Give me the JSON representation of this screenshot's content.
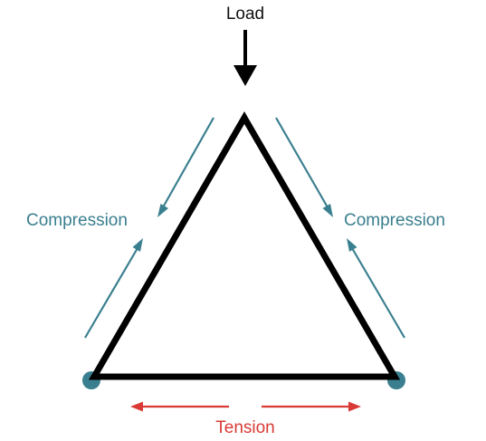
{
  "labels": {
    "load": "Load",
    "compression_left": "Compression",
    "compression_right": "Compression",
    "tension": "Tension"
  },
  "colors": {
    "truss": "#000000",
    "load_arrow": "#000000",
    "compression": "#3a7f8f",
    "tension": "#d93a36",
    "support": "#3a7f8f",
    "text_black": "#111111"
  },
  "icons": {
    "load": "arrow-down-icon",
    "compression": "arrow-icon",
    "tension": "arrow-icon",
    "support": "circle-icon"
  }
}
